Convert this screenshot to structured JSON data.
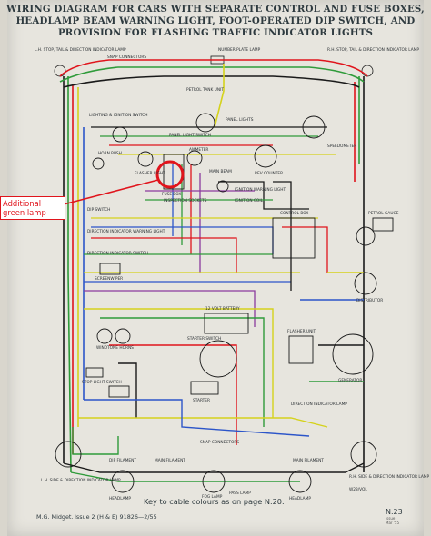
{
  "title": {
    "line1": "WIRING DIAGRAM FOR CARS WITH SEPARATE CONTROL AND FUSE BOXES,",
    "line2": "HEADLAMP BEAM WARNING LIGHT, FOOT-OPERATED DIP SWITCH, AND",
    "line3": "PROVISION FOR FLASHING TRAFFIC INDICATOR LIGHTS"
  },
  "callout": {
    "text": "Additional green lamp"
  },
  "labels": {
    "lh_stop_tail": "L.H. STOP, TAIL & DIRECTION INDICATOR LAMP",
    "rh_stop_tail": "R.H. STOP, TAIL & DIRECTION INDICATOR LAMP",
    "number_plate": "NUMBER PLATE LAMP",
    "snap_connectors": "SNAP CONNECTORS",
    "petrol_tank_unit": "PETROL TANK UNIT",
    "lighting_ignition": "LIGHTING & IGNITION SWITCH",
    "panel_lights": "PANEL LIGHTS",
    "panel_light_switch": "PANEL LIGHT SWITCH",
    "speedometer": "SPEEDOMETER",
    "horn_push": "HORN PUSH",
    "flasher_light": "FLASHER LIGHT",
    "ammeter": "AMMETER",
    "rev_counter": "REV COUNTER",
    "fuse_box": "FUSE BOX",
    "main_beam": "MAIN BEAM",
    "ignition_warning": "IGNITION WARNING LIGHT",
    "ignition_coil": "IGNITION COIL",
    "inspection_sockets": "INSPECTION SOCKETS",
    "dip_switch": "DIP SWITCH",
    "control_box": "CONTROL BOX",
    "petrol_gauge": "PETROL GAUGE",
    "distributor": "DISTRIBUTOR",
    "direction_indicator_warning": "DIRECTION INDICATOR WARNING LIGHT",
    "direction_indicator_switch": "DIRECTION INDICATOR SWITCH",
    "screen_wiper": "SCREENWIPER",
    "volt_battery": "12 VOLT BATTERY",
    "starter_switch": "STARTER SWITCH",
    "flasher_unit": "FLASHER UNIT",
    "windtone_horns": "WINDTONE HORNS",
    "stop_light_switch": "STOP LIGHT SWITCH",
    "starter": "STARTER",
    "generator": "GENERATOR",
    "direction_indicator_lamp": "DIRECTION INDICATOR LAMP",
    "dip_filament": "DIP FILAMENT",
    "main_filament": "MAIN FILAMENT",
    "fog_lamp": "FOG LAMP",
    "pass_lamp": "PASS LAMP",
    "lh_side_headlamp": "L.H. SIDE & DIRECTION INDICATOR LAMP",
    "rh_side_headlamp": "R.H. SIDE & DIRECTION INDICATOR LAMP",
    "headlamp": "HEADLAMP",
    "w23": "W23/VOL"
  },
  "footer": {
    "key": "Key to cable colours as on page N.20.",
    "model": "M.G. Midget.",
    "issue": "Issue 2 (H & E)  91826—2/55",
    "page": "N.23",
    "small1": "Issue",
    "small2": "Mar '55"
  },
  "colors": {
    "paper": "#e7e5de",
    "red_wire": "#e0141c",
    "green_wire": "#2f9b3a",
    "yellow_wire": "#d5d21c",
    "blue_wire": "#2c55c9",
    "purple_wire": "#8b3a9e",
    "black_wire": "#1a1a1a",
    "brown_wire": "#8c5a2a",
    "callout_red": "#e0141c"
  }
}
